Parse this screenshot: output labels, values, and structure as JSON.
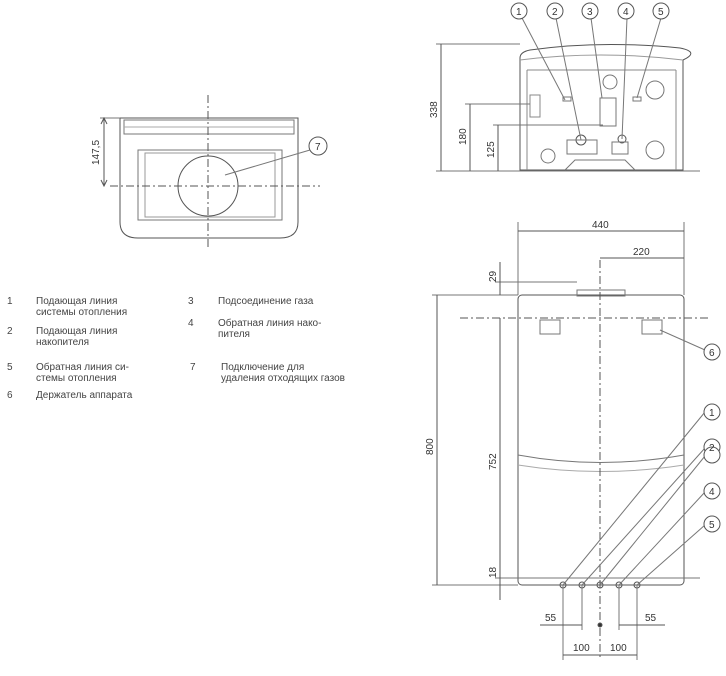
{
  "legend": [
    {
      "num": "1",
      "text": "Подающая линия системы отопления"
    },
    {
      "num": "2",
      "text": "Подающая линия накопителя"
    },
    {
      "num": "3",
      "text": "Подсоединение газа"
    },
    {
      "num": "4",
      "text": "Обратная линия нако-пителя"
    },
    {
      "num": "5",
      "text": "Обратная линия си-стемы отопления"
    },
    {
      "num": "6",
      "text": "Держатель аппарата"
    },
    {
      "num": "7",
      "text": "Подключение для удаления отходящих газов"
    }
  ],
  "top_view": {
    "dim_height": "147,5",
    "callout": "7"
  },
  "bottom_view": {
    "dim_total": "338",
    "dim_180": "180",
    "dim_125": "125",
    "callouts": [
      "1",
      "2",
      "3",
      "4",
      "5"
    ]
  },
  "front_view": {
    "dim_width": "440",
    "dim_half": "220",
    "dim_29": "29",
    "dim_800": "800",
    "dim_752": "752",
    "dim_18": "18",
    "dim_55_left": "55",
    "dim_55_right": "55",
    "dim_100_left": "100",
    "dim_100_right": "100",
    "callouts": [
      "6",
      "1",
      "2",
      "3",
      "4",
      "5"
    ]
  }
}
